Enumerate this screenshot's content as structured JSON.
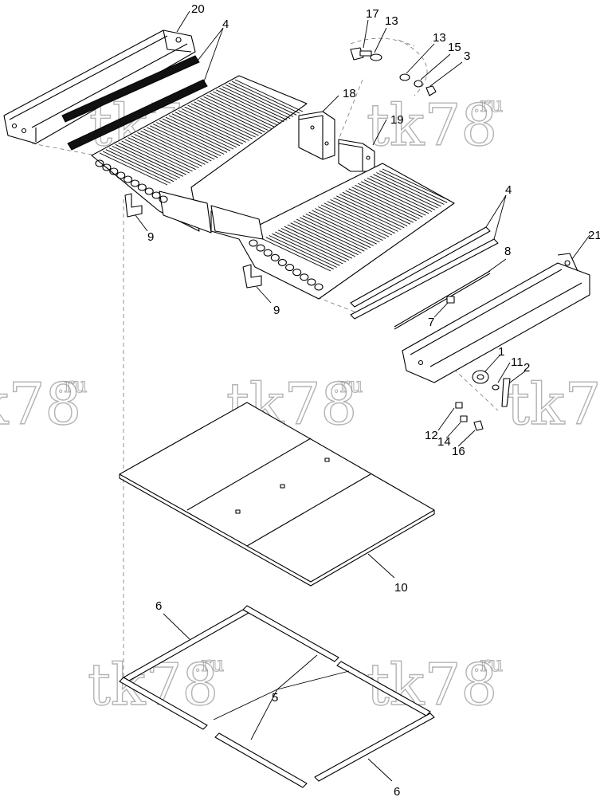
{
  "watermark": {
    "main": "tk78",
    "suffix": ".ru"
  },
  "callouts": {
    "c20": "20",
    "c4a": "4",
    "c17": "17",
    "c13a": "13",
    "c13b": "13",
    "c15": "15",
    "c3": "3",
    "c18": "18",
    "c19": "19",
    "c9a": "9",
    "c9b": "9",
    "c4b": "4",
    "c8": "8",
    "c21": "21",
    "c7": "7",
    "c1": "1",
    "c11": "11",
    "c2": "2",
    "c12": "12",
    "c14": "14",
    "c16": "16",
    "c10": "10",
    "c6a": "6",
    "c5": "5",
    "c6b": "6"
  }
}
